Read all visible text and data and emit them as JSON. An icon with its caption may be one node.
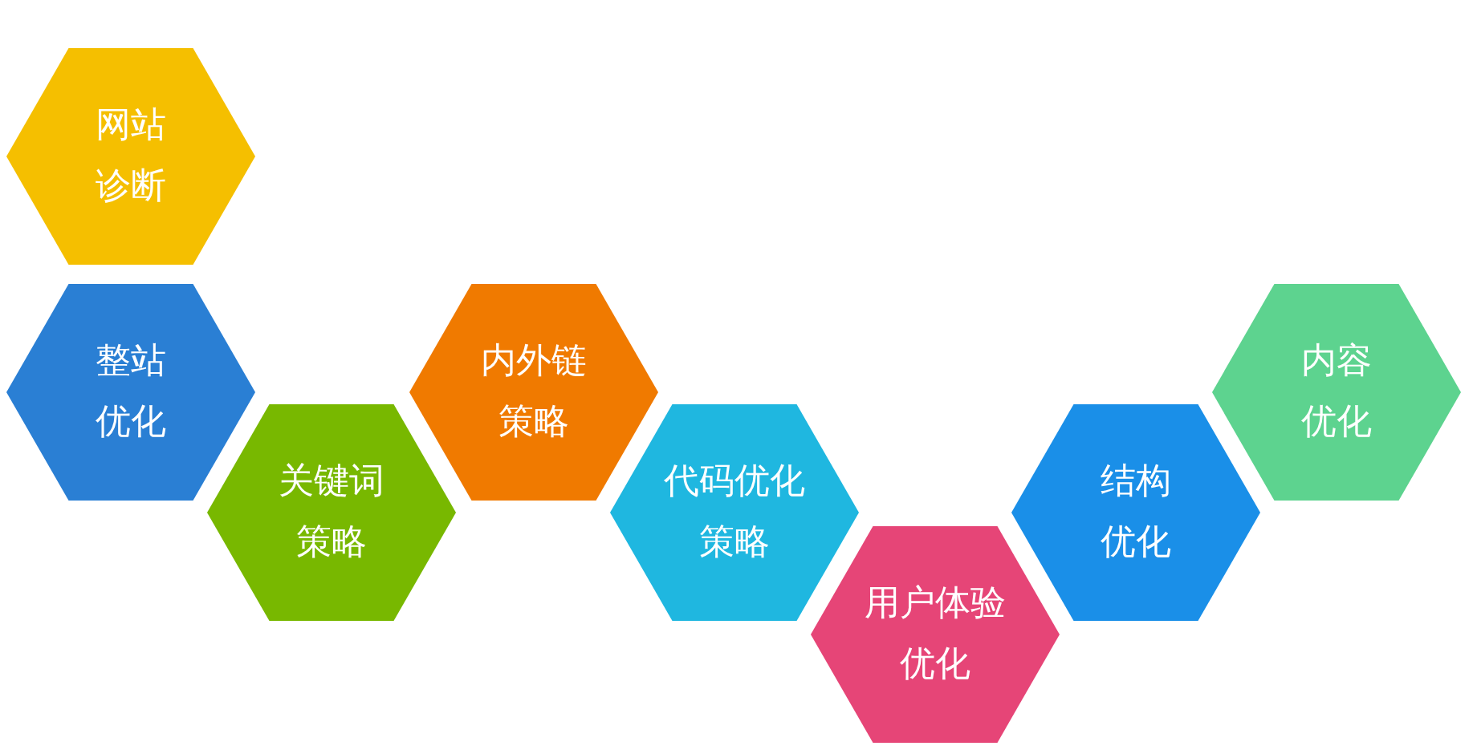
{
  "diagram": {
    "nodes": [
      {
        "text": [
          "网站诊断"
        ]
      },
      {
        "text": [
          "整站优化"
        ]
      },
      {
        "text": [
          "关键词策略"
        ]
      },
      {
        "text": [
          "内外链策略"
        ]
      },
      {
        "text": [
          "代码优化策略"
        ]
      },
      {
        "text": [
          "用户体验优化"
        ]
      },
      {
        "text": [
          "结构优化"
        ]
      },
      {
        "text": [
          "内容优化"
        ]
      }
    ]
  }
}
